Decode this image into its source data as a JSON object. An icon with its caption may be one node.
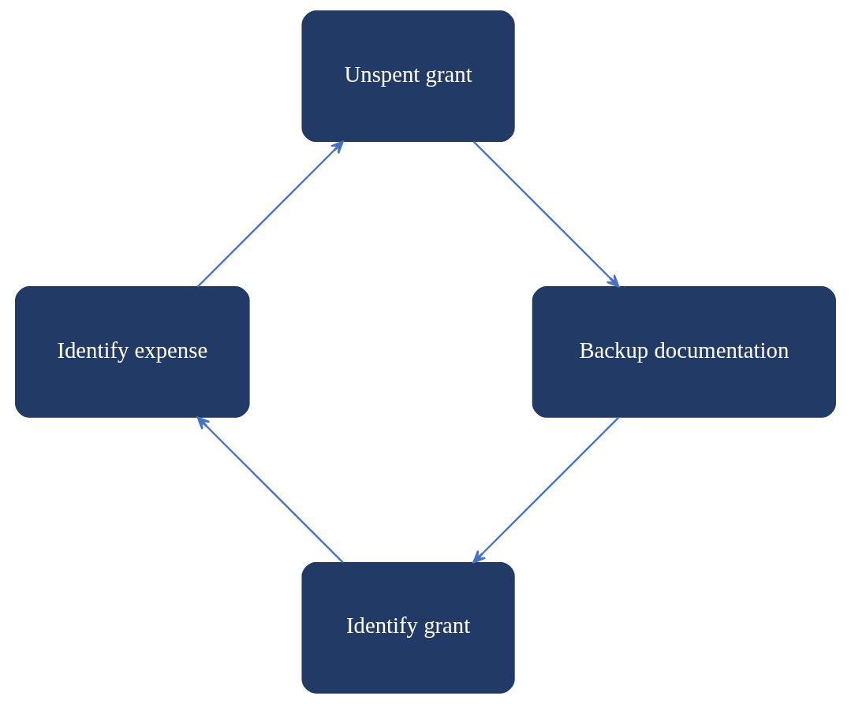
{
  "diagram": {
    "nodes": [
      {
        "text": [
          "Identify grant"
        ]
      },
      {
        "text": [
          "Identify expense"
        ]
      },
      {
        "text": [
          "Unspent grant"
        ]
      },
      {
        "text": [
          "Backup documentation"
        ]
      }
    ],
    "edges": [
      {
        "from": 0,
        "to": 1,
        "arrow": "to"
      },
      {
        "from": 1,
        "to": 2,
        "arrow": "to"
      },
      {
        "from": 2,
        "to": 3,
        "arrow": "to"
      },
      {
        "from": 3,
        "to": 0,
        "arrow": "to"
      }
    ]
  }
}
